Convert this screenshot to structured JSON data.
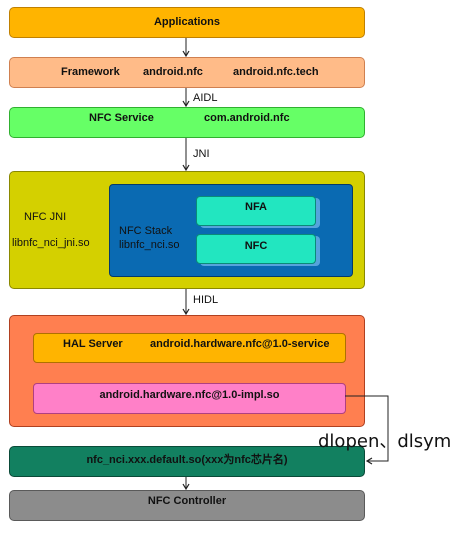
{
  "applications": {
    "label": "Applications",
    "color": "#FFB400"
  },
  "framework": {
    "label": "Framework",
    "pkg1": "android.nfc",
    "pkg2": "android.nfc.tech",
    "color": "#FFBB88"
  },
  "edges": {
    "aidl": "AIDL",
    "jni": "JNI",
    "hidl": "HIDL",
    "dl": "dlopen、dlsym"
  },
  "nfc_service": {
    "label": "NFC Service",
    "pkg": "com.android.nfc",
    "color": "#66FF66"
  },
  "jni_layer": {
    "label": "NFC JNI",
    "lib": "libnfc_nci_jni.so",
    "color": "#D4D000",
    "stack": {
      "label": "NFC Stack",
      "lib": "libnfc_nci.so",
      "color": "#0A6AB2"
    },
    "nfa": {
      "label": "NFA",
      "color": "#22E6C0"
    },
    "nfc": {
      "label": "NFC",
      "color": "#22E6C0"
    }
  },
  "hal": {
    "color": "#FF7F50",
    "server": {
      "label": "HAL Server",
      "service": "android.hardware.nfc@1.0-service",
      "color": "#FFB400"
    },
    "impl": {
      "label": "android.hardware.nfc@1.0-impl.so",
      "color": "#FF80C8"
    }
  },
  "nci_lib": {
    "label": "nfc_nci.xxx.default.so(xxx为nfc芯片名)",
    "color": "#128060"
  },
  "controller": {
    "label": "NFC Controller",
    "color": "#8C8C8C"
  }
}
